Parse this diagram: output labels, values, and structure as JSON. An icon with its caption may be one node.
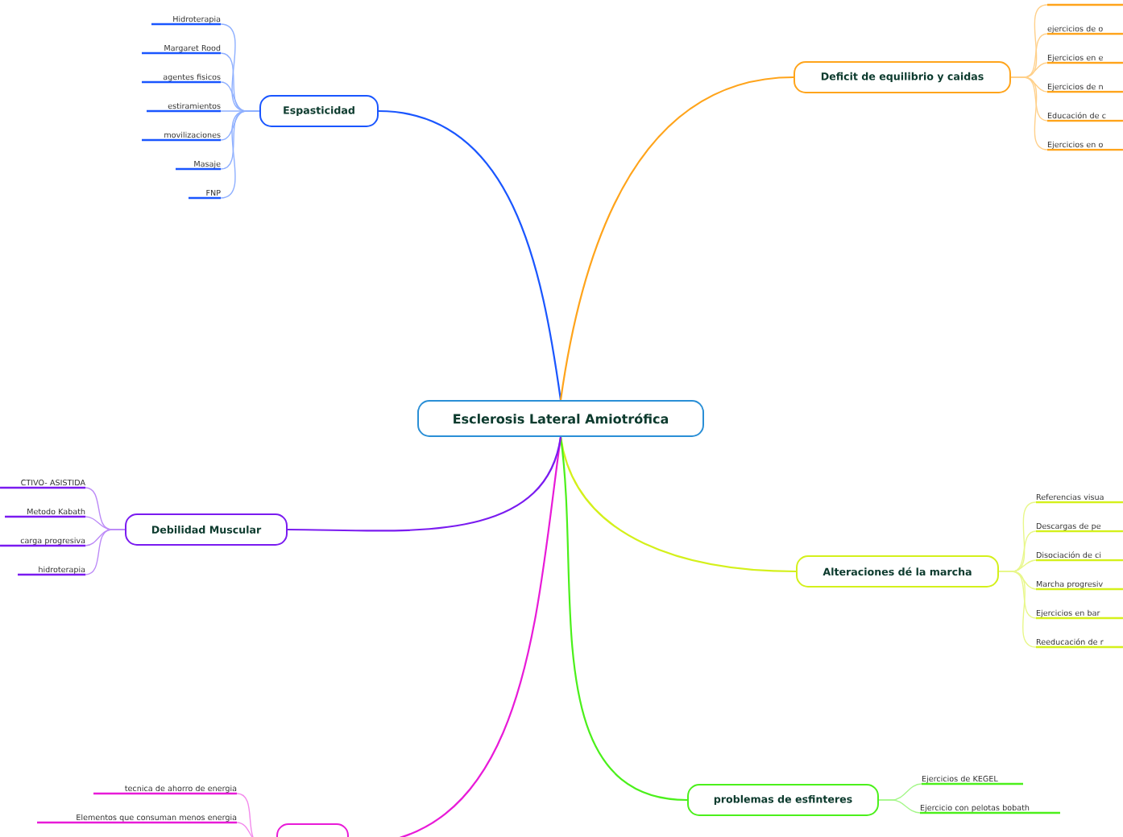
{
  "diagram": {
    "nodes": [
      {
        "text": [
          "Esclerosis Lateral Amiotrófica"
        ]
      },
      {
        "text": [
          "Espasticidad"
        ]
      },
      {
        "text": [
          "Hidroterapia"
        ]
      },
      {
        "text": [
          "Margaret Rood"
        ]
      },
      {
        "text": [
          "agentes fisicos"
        ]
      },
      {
        "text": [
          "estiramientos"
        ]
      },
      {
        "text": [
          "movilizaciones"
        ]
      },
      {
        "text": [
          "Masaje"
        ]
      },
      {
        "text": [
          "FNP"
        ]
      },
      {
        "text": [
          "Deficit de equilibrio y caidas"
        ]
      },
      {
        "text": [],
        "shape": "bar"
      },
      {
        "text": [
          "ejercicios de o"
        ]
      },
      {
        "text": [
          "Ejercicios en e"
        ]
      },
      {
        "text": [
          "Ejercicios de n"
        ]
      },
      {
        "text": [
          "Educación de c"
        ]
      },
      {
        "text": [
          "Ejercicios en o"
        ]
      },
      {
        "text": [
          "Alteraciones dé la marcha"
        ]
      },
      {
        "text": [
          "Referencias visua"
        ]
      },
      {
        "text": [
          "Descargas de pe"
        ]
      },
      {
        "text": [
          "Disociación de ci"
        ]
      },
      {
        "text": [
          "Marcha progresiv"
        ]
      },
      {
        "text": [
          "Ejercicios en bar"
        ]
      },
      {
        "text": [
          "Reeducación de r"
        ]
      },
      {
        "text": [
          "problemas de esfinteres"
        ]
      },
      {
        "text": [
          "Ejercicios de KEGEL"
        ]
      },
      {
        "text": [
          "Ejercicio con pelotas bobath"
        ]
      },
      {
        "text": [],
        "shape": "box"
      },
      {
        "text": [
          "tecnica de ahorro de energia"
        ]
      },
      {
        "text": [
          "Elementos que consuman menos energia"
        ]
      },
      {
        "text": [
          "Debilidad  Muscular"
        ]
      },
      {
        "text": [
          "CTIVO- ASISTIDA"
        ]
      },
      {
        "text": [
          "Metodo Kabath"
        ]
      },
      {
        "text": [
          "carga progresiva"
        ]
      },
      {
        "text": [
          "hidroterapia"
        ]
      }
    ],
    "edges": [
      {
        "from": 0,
        "to": 1,
        "arrow": "none",
        "color": "#1a56ff"
      },
      {
        "from": 0,
        "to": 9,
        "arrow": "none",
        "color": "#ffa41b"
      },
      {
        "from": 0,
        "to": 16,
        "arrow": "none",
        "color": "#d4f01b"
      },
      {
        "from": 0,
        "to": 23,
        "arrow": "none",
        "color": "#4bf01b"
      },
      {
        "from": 0,
        "to": 26,
        "arrow": "none",
        "color": "#e81bd8"
      },
      {
        "from": 0,
        "to": 29,
        "arrow": "none",
        "color": "#7a1bf0"
      },
      {
        "from": 1,
        "to": 2,
        "arrow": "none",
        "color": "#8fb0ff"
      },
      {
        "from": 1,
        "to": 3,
        "arrow": "none",
        "color": "#8fb0ff"
      },
      {
        "from": 1,
        "to": 4,
        "arrow": "none",
        "color": "#8fb0ff"
      },
      {
        "from": 1,
        "to": 5,
        "arrow": "none",
        "color": "#8fb0ff"
      },
      {
        "from": 1,
        "to": 6,
        "arrow": "none",
        "color": "#8fb0ff"
      },
      {
        "from": 1,
        "to": 7,
        "arrow": "none",
        "color": "#8fb0ff"
      },
      {
        "from": 1,
        "to": 8,
        "arrow": "none",
        "color": "#8fb0ff"
      },
      {
        "from": 9,
        "to": 10,
        "arrow": "none",
        "color": "#ffd08a"
      },
      {
        "from": 9,
        "to": 11,
        "arrow": "none",
        "color": "#ffd08a"
      },
      {
        "from": 9,
        "to": 12,
        "arrow": "none",
        "color": "#ffd08a"
      },
      {
        "from": 9,
        "to": 13,
        "arrow": "none",
        "color": "#ffd08a"
      },
      {
        "from": 9,
        "to": 14,
        "arrow": "none",
        "color": "#ffd08a"
      },
      {
        "from": 9,
        "to": 15,
        "arrow": "none",
        "color": "#ffd08a"
      },
      {
        "from": 16,
        "to": 17,
        "arrow": "none",
        "color": "#e8f78a"
      },
      {
        "from": 16,
        "to": 18,
        "arrow": "none",
        "color": "#e8f78a"
      },
      {
        "from": 16,
        "to": 19,
        "arrow": "none",
        "color": "#e8f78a"
      },
      {
        "from": 16,
        "to": 20,
        "arrow": "none",
        "color": "#e8f78a"
      },
      {
        "from": 16,
        "to": 21,
        "arrow": "none",
        "color": "#e8f78a"
      },
      {
        "from": 16,
        "to": 22,
        "arrow": "none",
        "color": "#e8f78a"
      },
      {
        "from": 23,
        "to": 24,
        "arrow": "none",
        "color": "#a5f78a"
      },
      {
        "from": 23,
        "to": 25,
        "arrow": "none",
        "color": "#a5f78a"
      },
      {
        "from": 26,
        "to": 27,
        "arrow": "none",
        "color": "#f38aec"
      },
      {
        "from": 26,
        "to": 28,
        "arrow": "none",
        "color": "#f38aec"
      },
      {
        "from": 29,
        "to": 30,
        "arrow": "none",
        "color": "#bc8af7"
      },
      {
        "from": 29,
        "to": 31,
        "arrow": "none",
        "color": "#bc8af7"
      },
      {
        "from": 29,
        "to": 32,
        "arrow": "none",
        "color": "#bc8af7"
      },
      {
        "from": 29,
        "to": 33,
        "arrow": "none",
        "color": "#bc8af7"
      }
    ]
  }
}
